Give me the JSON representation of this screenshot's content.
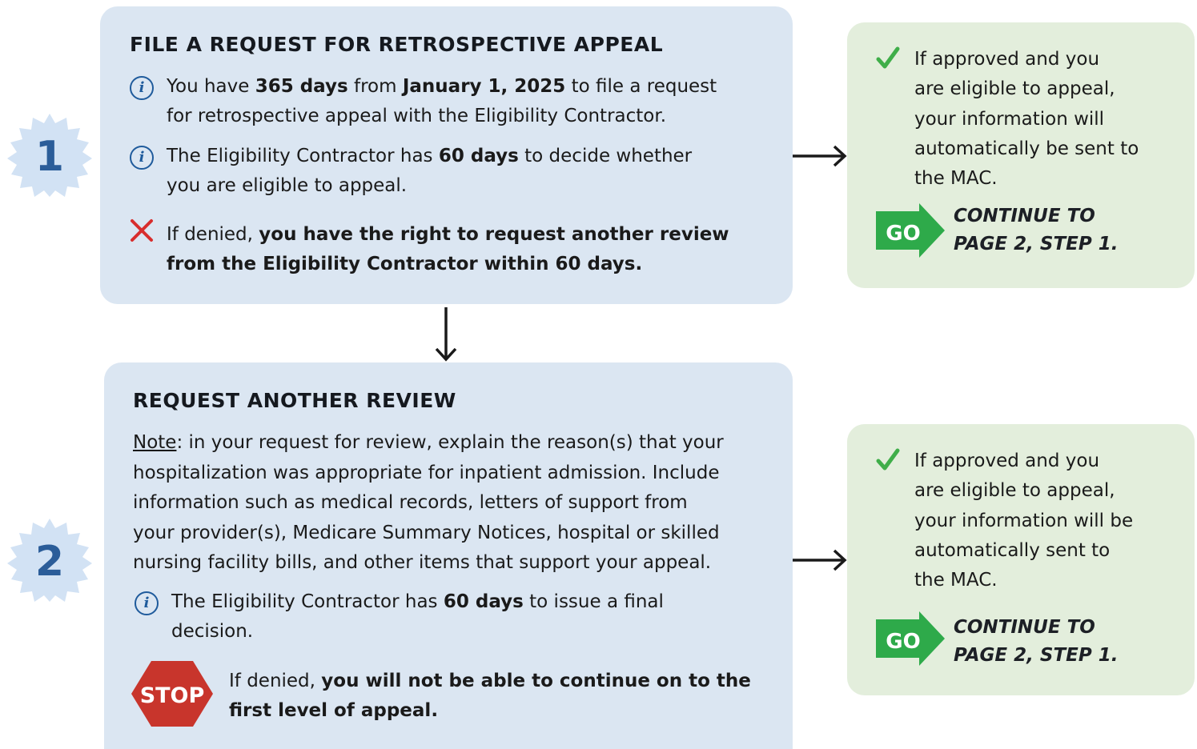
{
  "step1": {
    "badge": "1",
    "heading": "FILE A REQUEST FOR RETROSPECTIVE APPEAL",
    "item1": {
      "a": "You have ",
      "b": "365 days",
      "c": " from ",
      "d": "January 1, 2025",
      "e": " to file a request",
      "f": "for retrospective appeal with the Eligibility Contractor."
    },
    "item2": {
      "a": "The Eligibility Contractor has ",
      "b": "60 days",
      "c": " to decide whether",
      "d": "you are eligible to appeal."
    },
    "item3": {
      "a": "If denied, ",
      "b": "you have the right to request another review",
      "c": "from the Eligibility Contractor within 60 days."
    },
    "outcome": {
      "lines": [
        "If approved and you",
        "are eligible to appeal,",
        "your information will",
        "automatically be sent to",
        "the MAC."
      ],
      "go": "GO",
      "continue": [
        "CONTINUE TO",
        "PAGE 2, STEP 1."
      ]
    }
  },
  "step2": {
    "badge": "2",
    "heading": "REQUEST ANOTHER REVIEW",
    "note": {
      "label": "Note",
      "l1": ": in your request for review, explain the reason(s) that your",
      "l2": "hospitalization was appropriate for inpatient admission. Include",
      "l3": "information such as medical records, letters of support from",
      "l4": "your provider(s), Medicare Summary Notices, hospital or skilled",
      "l5": "nursing facility bills, and other items that support your appeal."
    },
    "item1": {
      "a": "The Eligibility Contractor has ",
      "b": "60 days",
      "c": " to issue a final",
      "d": "decision."
    },
    "stop": {
      "sign": "STOP",
      "a": "If denied, ",
      "b": "you will not be able to continue on to the",
      "c": "first level of appeal."
    },
    "outcome": {
      "lines": [
        "If approved and you",
        "are eligible to appeal,",
        "your information will be",
        "automatically sent to",
        "the MAC."
      ],
      "go": "GO",
      "continue": [
        "CONTINUE TO",
        "PAGE 2, STEP 1."
      ]
    }
  },
  "colors": {
    "step_box": "#dbe6f2",
    "outcome_box": "#e3eedc",
    "badge_blue": "#2b5d99",
    "badge_star": "#d2e2f4",
    "go_green": "#2eaa4a",
    "stop_red": "#c8352c",
    "check_green": "#3fae49",
    "deny_red": "#d82d2d"
  },
  "icons": [
    "info-icon",
    "x-icon",
    "check-icon",
    "go-arrow-icon",
    "stop-sign-icon",
    "arrow-right-icon",
    "arrow-down-icon",
    "starburst-badge"
  ]
}
